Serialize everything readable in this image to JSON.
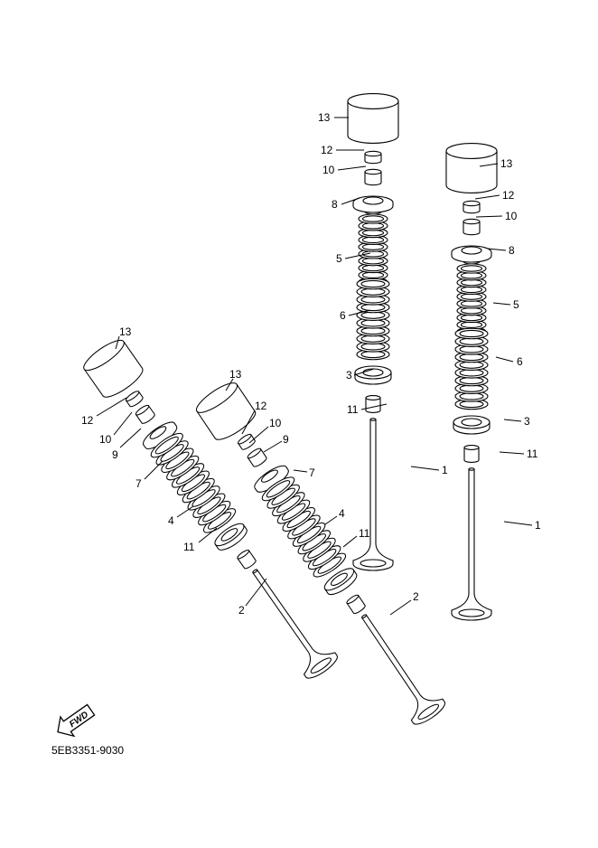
{
  "diagram": {
    "part_code": "5EB3351-9030",
    "fwd_label": "FWD",
    "callouts": {
      "c1": "13",
      "c2": "12",
      "c3": "10",
      "c4": "8",
      "c5": "5",
      "c6": "6",
      "c7": "3",
      "c8": "11",
      "c9": "1",
      "r1": "13",
      "r2": "12",
      "r3": "10",
      "r4": "8",
      "r5": "5",
      "r6": "6",
      "r7": "3",
      "r8": "11",
      "r9": "1",
      "l1": "13",
      "l2": "12",
      "l3": "10",
      "l4": "9",
      "l5": "7",
      "l6": "4",
      "l7": "11",
      "l8": "2",
      "m1": "13",
      "m2": "12",
      "m3": "10",
      "m4": "9",
      "m5": "7",
      "m6": "4",
      "m7": "11",
      "m8": "2"
    }
  }
}
